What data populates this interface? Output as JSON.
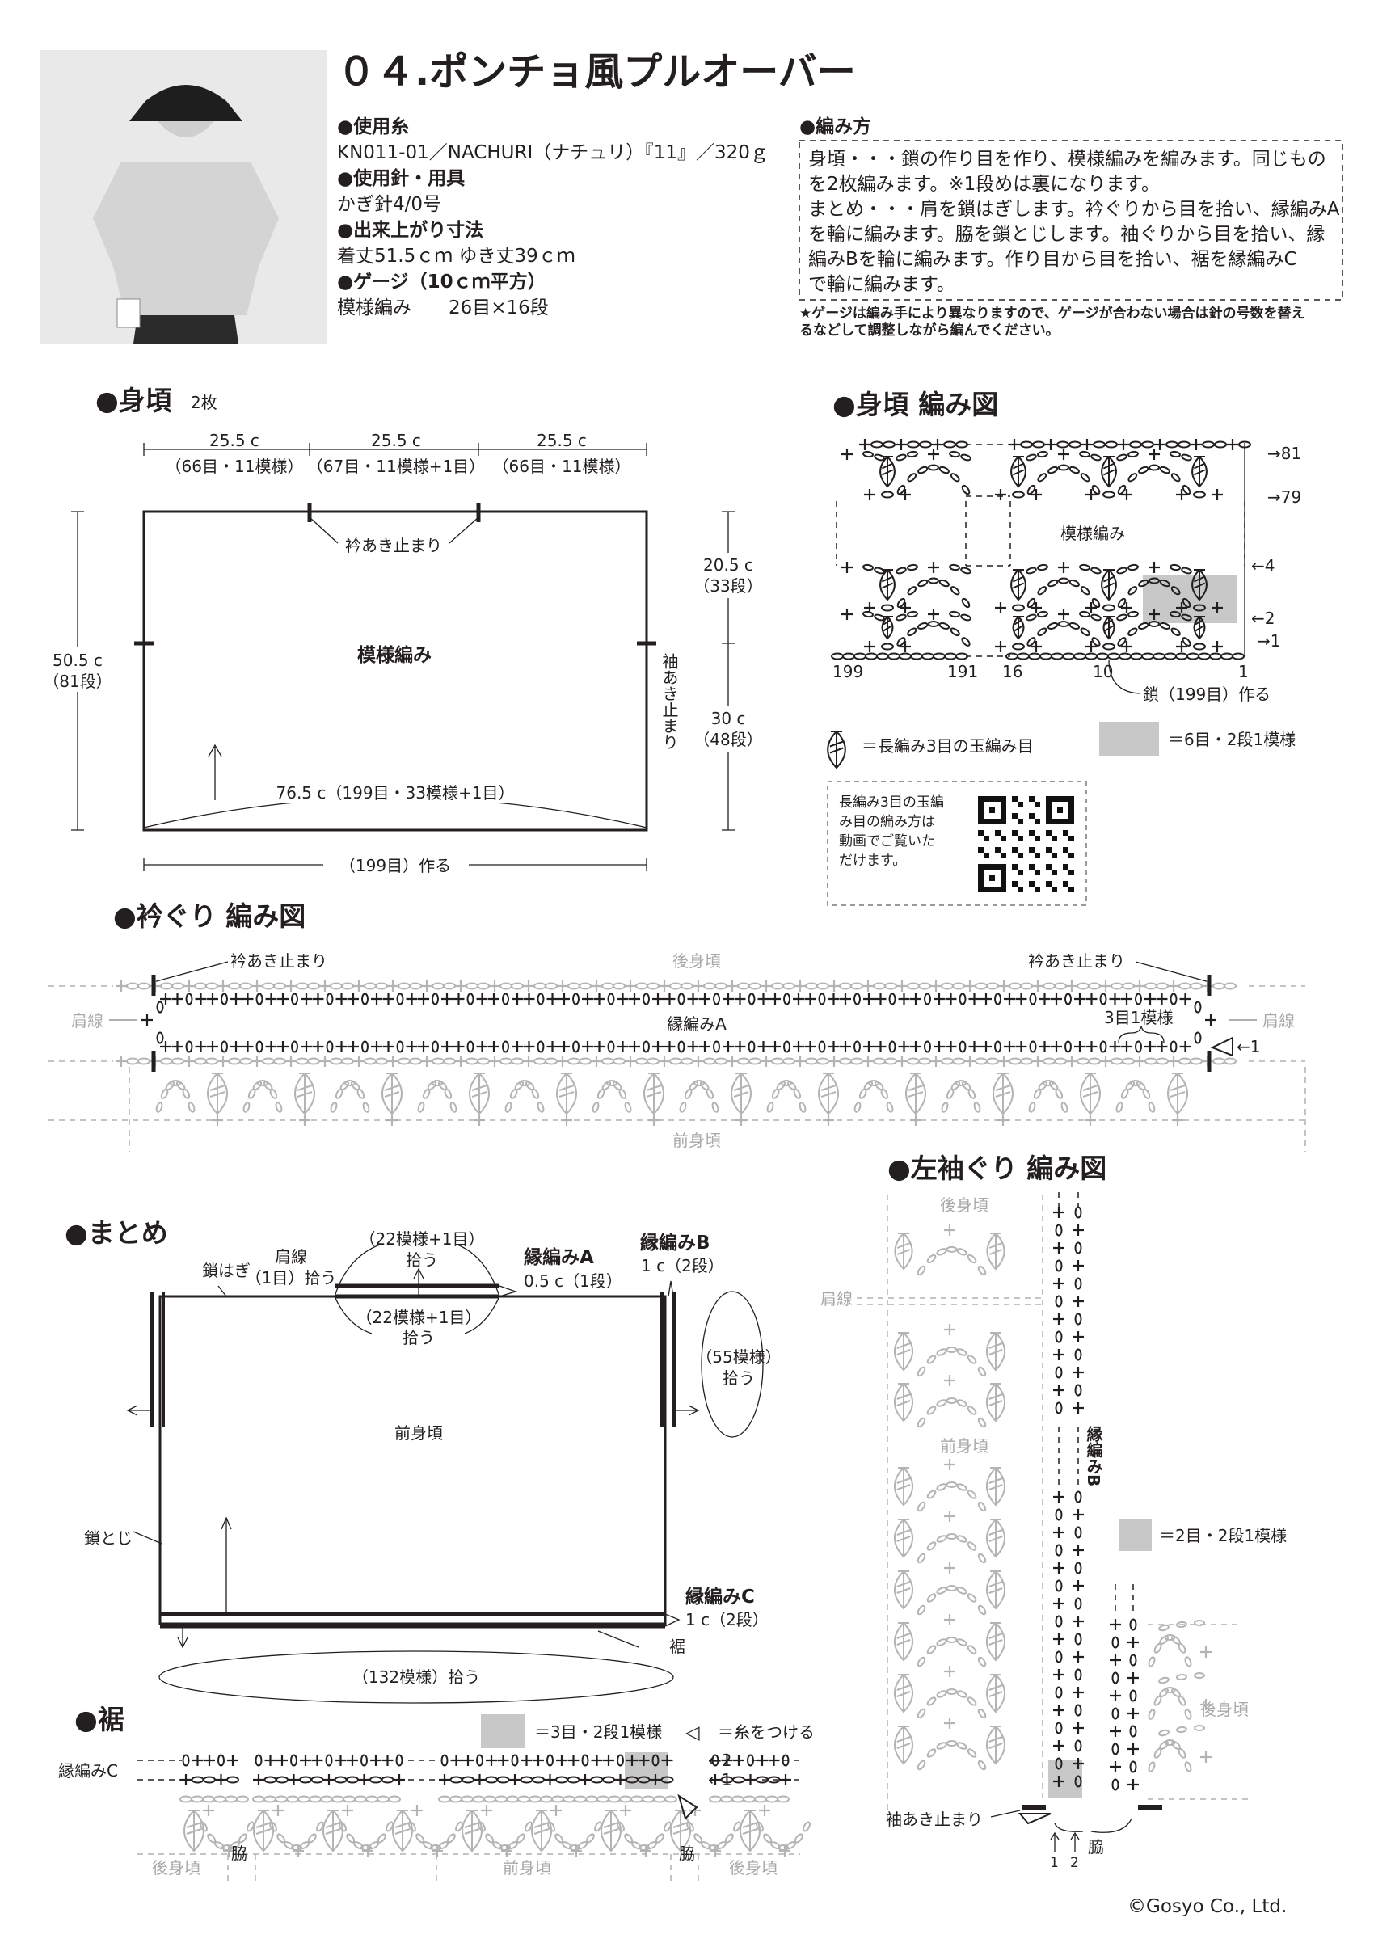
{
  "header": {
    "title": "０４.ポンチョ風プルオーバー"
  },
  "materials": {
    "yarn_heading": "●使用糸",
    "yarn": "KN011-01／NACHURI（ナチュリ）『11』／320ｇ",
    "tools_heading": "●使用針・用具",
    "tools": "かぎ針4/0号",
    "size_heading": "●出来上がり寸法",
    "size": "着丈51.5ｃｍ ゆき丈39ｃｍ",
    "gauge_heading": "●ゲージ（10ｃｍ平方）",
    "gauge_label": "模様編み",
    "gauge_value": "26目×16段"
  },
  "method": {
    "heading": "●編み方",
    "lines": [
      "身頃・・・鎖の作り目を作り、模様編みを編みます。同じもの",
      "を2枚編みます。※1段めは裏になります。",
      "まとめ・・・肩を鎖はぎします。衿ぐりから目を拾い、縁編みA",
      "を輪に編みます。脇を鎖とじします。袖ぐりから目を拾い、縁",
      "編みBを輪に編みます。作り目から目を拾い、裾を縁編みC",
      "で輪に編みます。"
    ],
    "note": [
      "★ゲージは編み手により異なりますので、ゲージが合わない場合は針の号数を替え",
      "るなどして調整しながら編んでください。"
    ]
  },
  "body": {
    "heading": "●身頃",
    "count": "2枚",
    "widths": [
      {
        "cm": "25.5 c",
        "st": "（66目・11模様）"
      },
      {
        "cm": "25.5 c",
        "st": "（67目・11模様+1目）"
      },
      {
        "cm": "25.5 c",
        "st": "（66目・11模様）"
      }
    ],
    "neck_stop": "衿あき止まり",
    "pattern": "模様編み",
    "sleeve_stop": "袖あき止まり",
    "height": "50.5 c",
    "height_rows": "（81段）",
    "upper": "20.5 c",
    "upper_rows": "（33段）",
    "lower": "30 c",
    "lower_rows": "（48段）",
    "arc": "76.5 c（199目・33模様+1目）",
    "base": "（199目）作る"
  },
  "body_chart": {
    "heading": "●身頃 編み図",
    "rows": [
      "→81",
      "→79",
      "←4",
      "←2",
      "→1"
    ],
    "cols": [
      "199",
      "191",
      "16",
      "10",
      "1"
    ],
    "pattern": "模様編み",
    "chain": "鎖（199目）作る",
    "legend_bobble": "＝長編み3目の玉編み目",
    "legend_repeat": "＝6目・2段1模様",
    "video_lines": [
      "長編み3目の玉編",
      "み目の編み方は",
      "動画でご覧いた",
      "だけます。"
    ],
    "repeat_color": "#c8c8c8"
  },
  "neck_chart": {
    "heading": "●衿ぐり 編み図",
    "stop_left": "衿あき止まり",
    "stop_right": "衿あき止まり",
    "back": "後身頃",
    "front": "前身頃",
    "shoulder_left": "肩線",
    "shoulder_right": "肩線",
    "edging": "縁編みA",
    "repeat": "3目1模様",
    "row": "←1"
  },
  "sleeve_chart": {
    "heading": "●左袖ぐり 編み図",
    "back": "後身頃",
    "shoulder": "肩線",
    "front": "前身頃",
    "back2": "後身頃",
    "edging": "縁編みB",
    "legend": "＝2目・2段1模様",
    "stop": "袖あき止まり",
    "rows": [
      "1",
      "2"
    ],
    "side": "脇"
  },
  "assembly": {
    "heading": "●まとめ",
    "chain_join": "鎖はぎ",
    "shoulder": "肩線",
    "shoulder_pick": "（1目）拾う",
    "top_pick": "（22模様+1目）",
    "top_pick2": "拾う",
    "edge_a": "縁編みA",
    "edge_a_size": "0.5 c（1段）",
    "edge_b": "縁編みB",
    "edge_b_size": "1 c（2段）",
    "bottom_pick": "（22模様+1目）",
    "bottom_pick2": "拾う",
    "sleeve_pick": "（55模様）",
    "sleeve_pick2": "拾う",
    "front": "前身頃",
    "side_join": "鎖とじ",
    "edge_c": "縁編みC",
    "edge_c_size": "1 c（2段）",
    "hem": "裾",
    "hem_pick": "（132模様）拾う"
  },
  "hem_chart": {
    "heading": "●裾",
    "legend": "＝3目・2段1模様",
    "attach_symbol": "◁",
    "attach_label": "＝糸をつける",
    "edging": "縁編みC",
    "rows": [
      "←2",
      "←1"
    ],
    "back_left": "後身頃",
    "side_left": "脇",
    "front": "前身頃",
    "side_right": "脇",
    "back_right": "後身頃"
  },
  "footer": {
    "copyright": "©Gosyo Co., Ltd."
  }
}
